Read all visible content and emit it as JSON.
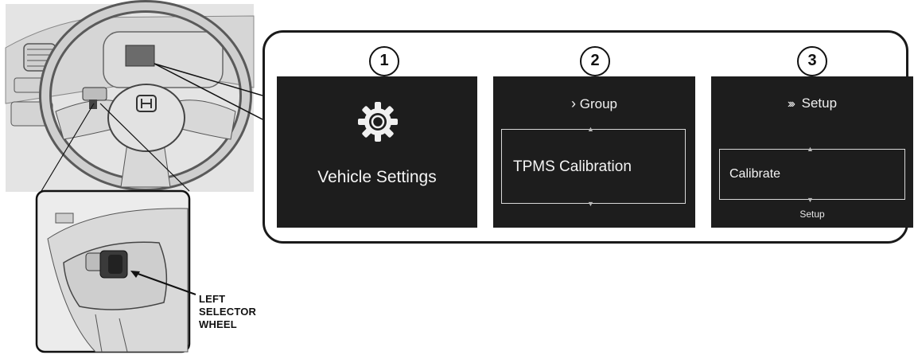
{
  "steps": [
    {
      "number": "1",
      "icon": "gear-icon",
      "main_label": "Vehicle Settings"
    },
    {
      "number": "2",
      "title": "Group",
      "title_prefix_icon": "single-chevron-right-icon",
      "item_label": "TPMS Calibration"
    },
    {
      "number": "3",
      "title": "Setup",
      "title_prefix_icon": "triple-chevron-right-icon",
      "item_label": "Calibrate",
      "sub_label": "Setup"
    }
  ],
  "callout_label": {
    "line1": "LEFT",
    "line2": "SELECTOR",
    "line3": "WHEEL"
  }
}
